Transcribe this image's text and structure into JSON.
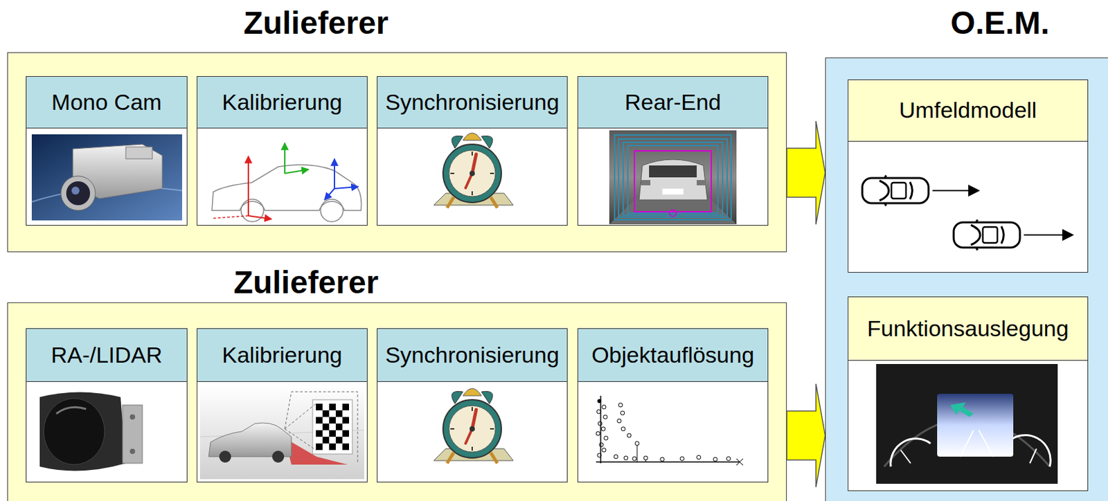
{
  "diagram": {
    "nodes": [
      {
        "text": [
          "Zulieferer"
        ]
      },
      {
        "text": [
          "Mono Cam"
        ],
        "in": 0
      },
      {
        "text": [
          "Kalibrierung"
        ],
        "in": 0
      },
      {
        "text": [
          "Synchronisierung"
        ],
        "in": 0
      },
      {
        "text": [
          "Rear-End"
        ],
        "in": 0
      },
      {
        "text": [
          "Zulieferer"
        ]
      },
      {
        "text": [
          "RA-/LIDAR"
        ],
        "in": 5
      },
      {
        "text": [
          "Kalibrierung"
        ],
        "in": 5
      },
      {
        "text": [
          "Synchronisierung"
        ],
        "in": 5
      },
      {
        "text": [
          "Objektauflösung"
        ],
        "in": 5
      },
      {
        "text": [
          "O.E.M."
        ]
      },
      {
        "text": [
          "Umfeldmodell"
        ],
        "in": 10
      },
      {
        "text": [
          "Funktionsauslegung"
        ],
        "in": 10
      }
    ],
    "edges": [
      {
        "from": 0,
        "to": 10,
        "arrow": "to"
      },
      {
        "from": 5,
        "to": 10,
        "arrow": "to"
      }
    ]
  }
}
